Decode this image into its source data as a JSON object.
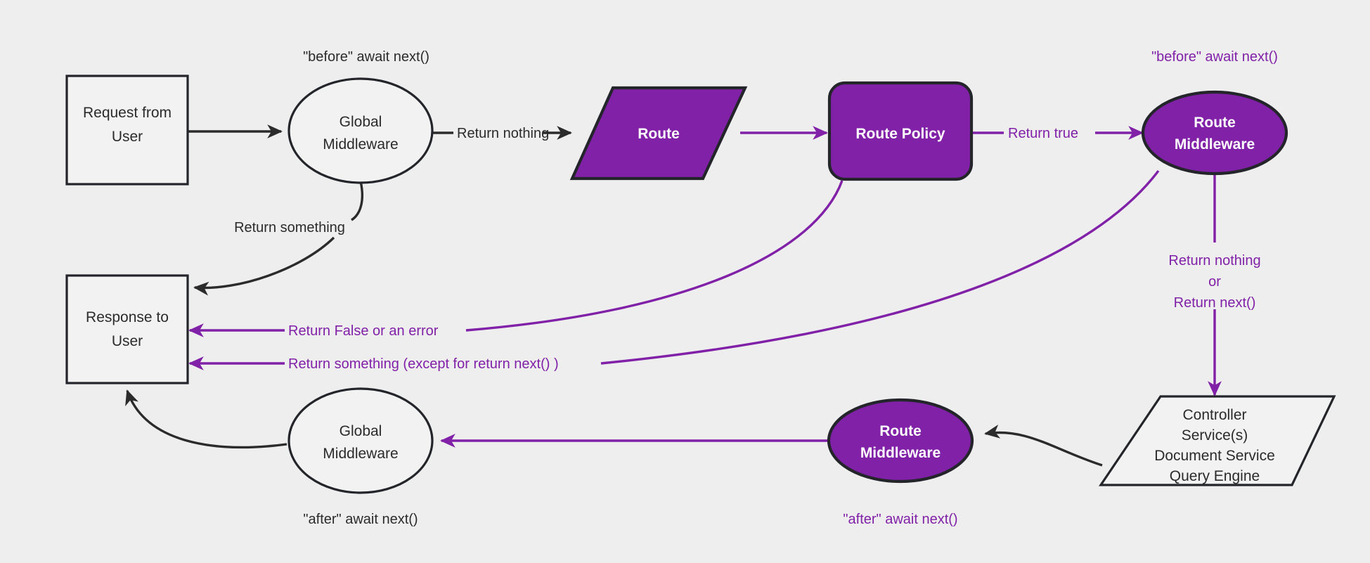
{
  "diagram": {
    "title": "Middleware request lifecycle flow",
    "background_color": "#eeeeee",
    "accent_color": "#8121a8",
    "dark_color": "#2b2b2b",
    "nodes": {
      "request_from_user": {
        "line1": "Request from",
        "line2": "User",
        "shape": "rectangle",
        "fill": "#f2f2f2"
      },
      "global_middleware_top": {
        "line1": "Global",
        "line2": "Middleware",
        "shape": "ellipse",
        "fill": "#f2f2f2"
      },
      "route": {
        "line1": "Route",
        "shape": "parallelogram",
        "fill": "#8121a8"
      },
      "route_policy": {
        "line1": "Route Policy",
        "shape": "rounded-rectangle",
        "fill": "#8121a8"
      },
      "route_middleware_top": {
        "line1": "Route",
        "line2": "Middleware",
        "shape": "ellipse",
        "fill": "#8121a8"
      },
      "controller": {
        "line1": "Controller",
        "line2": "Service(s)",
        "line3": "Document Service",
        "line4": "Query Engine",
        "shape": "parallelogram",
        "fill": "#f2f2f2"
      },
      "route_middleware_bottom": {
        "line1": "Route",
        "line2": "Middleware",
        "shape": "ellipse",
        "fill": "#8121a8"
      },
      "global_middleware_bottom": {
        "line1": "Global",
        "line2": "Middleware",
        "shape": "ellipse",
        "fill": "#f2f2f2"
      },
      "response_to_user": {
        "line1": "Response to",
        "line2": "User",
        "shape": "rectangle",
        "fill": "#f2f2f2"
      }
    },
    "annotations": {
      "before_await_next_global": "\"before\" await next()",
      "before_await_next_route": "\"before\" await next()",
      "after_await_next_global": "\"after\" await next()",
      "after_await_next_route": "\"after\" await next()"
    },
    "edges": [
      {
        "id": "request-to-global",
        "label": "",
        "color": "#2b2b2b"
      },
      {
        "id": "global-to-route",
        "label": "Return nothing",
        "color": "#2b2b2b"
      },
      {
        "id": "global-to-response",
        "label": "Return something",
        "color": "#2b2b2b"
      },
      {
        "id": "route-to-policy",
        "label": "",
        "color": "#8121a8"
      },
      {
        "id": "policy-to-route-middleware",
        "label": "Return true",
        "color": "#8121a8"
      },
      {
        "id": "policy-to-response",
        "label": "Return False or an error",
        "color": "#8121a8"
      },
      {
        "id": "route-middleware-to-response",
        "label": "Return something (except for return next() )",
        "color": "#8121a8"
      },
      {
        "id": "route-middleware-to-controller",
        "label_line1": "Return nothing",
        "label_line2": "or",
        "label_line3": "Return next()",
        "color": "#8121a8"
      },
      {
        "id": "controller-to-route-middleware-bottom",
        "label": "",
        "color": "#2b2b2b"
      },
      {
        "id": "route-middleware-bottom-to-global-bottom",
        "label": "",
        "color": "#8121a8"
      },
      {
        "id": "global-bottom-to-response",
        "label": "",
        "color": "#2b2b2b"
      }
    ]
  }
}
